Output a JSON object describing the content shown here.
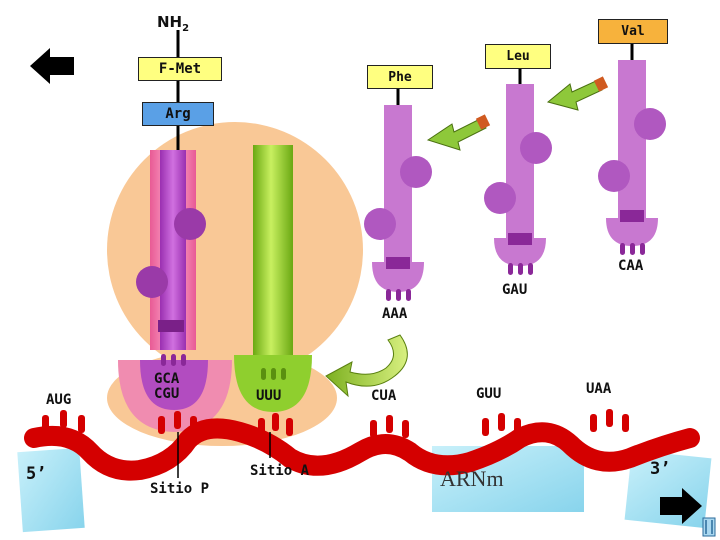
{
  "labels": {
    "nh2": "NH",
    "nh2_sub": "2",
    "fmet": "F-Met",
    "arg": "Arg",
    "phe": "Phe",
    "leu": "Leu",
    "val": "Val",
    "codon_aug": "AUG",
    "anticodon_gca": "GCA",
    "codon_cgu": "CGU",
    "codon_uuu": "UUU",
    "codon_cua": "CUA",
    "codon_guu": "GUU",
    "codon_uaa": "UAA",
    "anticodon_aaa": "AAA",
    "anticodon_gau": "GAU",
    "anticodon_caa": "CAA",
    "five_prime": "5’",
    "three_prime": "3’",
    "sitio_p": "Sitio P",
    "sitio_a": "Sitio A",
    "arnm": "ARNm"
  },
  "colors": {
    "ribosome_large": "#f9c896",
    "ribosome_small": "#f9c896",
    "trna_p_pink": "#f08cb0",
    "trna_p_purple": "#b24cc0",
    "trna_a_green": "#8fcf2e",
    "trna_free": "#c878d0",
    "mrna": "#d40000",
    "amino_box_yellow": "#ffff80",
    "amino_box_blue": "#5aa0e6",
    "amino_box_orange": "#f7b23c",
    "water": "#a8e4f4"
  },
  "icons": {
    "left": "arrow-left-icon",
    "right": "arrow-right-icon"
  }
}
